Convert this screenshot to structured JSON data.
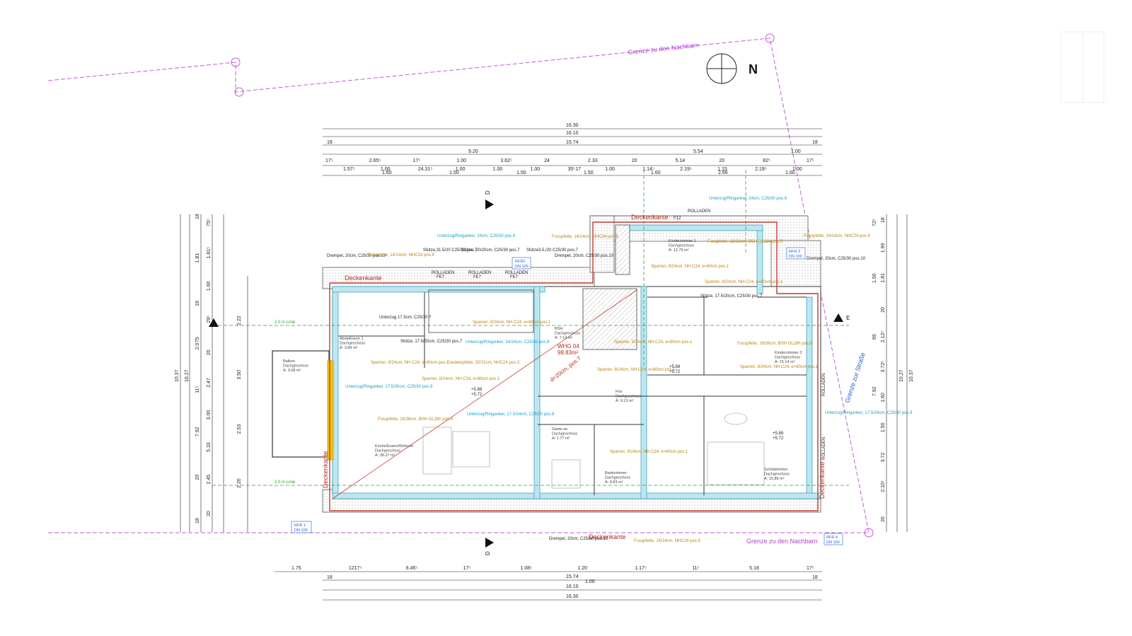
{
  "labels": {
    "boundary_top": "Grenze zu den Nachbarn",
    "boundary_bottom": "Grenze zu den Nachbarn",
    "boundary_right": "Grenze zur Straße",
    "north": "N",
    "east": "E",
    "section_d": "D",
    "deckenkante": "Deckenkante",
    "line_2m": "2.0 m Linie",
    "whg": "WHG 04",
    "whg_area": "98.83m²",
    "rfr1": "RFR 1",
    "rfr2": "RFR2",
    "rfr3": "RFR 3",
    "rfr4": "RFR 4",
    "dn100": "DN 100",
    "rolladen": "ROLLADEN",
    "fe7": "FE7",
    "f12": "F12",
    "stair": "d=20cm, pos.?"
  },
  "dims_top": {
    "row1": "16.30",
    "row2": "16.10",
    "row3_a": "18",
    "row3_b": "15.74",
    "row3_c": "18",
    "row4_a": "9.20",
    "row4_b": "5.54",
    "row4_c": "1.00",
    "row5": [
      "17⁵",
      "2.65⁵",
      "17⁵",
      "1.00",
      "3.62⁵",
      "24",
      "2.33",
      "20",
      "5.14",
      "20",
      "82⁵",
      "17⁵"
    ],
    "row6": [
      "1.57⁵",
      "1.00",
      "24.31⁵",
      "1.00",
      "1.00",
      "1.00",
      "35⁵17",
      "1.00",
      "1.14⁵",
      "2.19⁵",
      "1.15",
      "2.19⁵",
      "1.00"
    ],
    "row7": [
      "1.60",
      "1.50",
      "1.50",
      "1.50",
      "1.60",
      "2.66",
      "1.60"
    ]
  },
  "dims_bottom": {
    "row1": [
      "1.75",
      "1217⁵",
      "6.45⁵",
      "17⁵",
      "1.08⁵",
      "1.20",
      "1.17⁵",
      "11⁵",
      "5.18",
      "17⁵"
    ],
    "row2_a": "18",
    "row2_b": "15.74",
    "row2_c": "18",
    "row2_sub": "1.00",
    "row3": "16.10",
    "row4": "16.30"
  },
  "dims_left": {
    "outer": "10.37",
    "outer2": "10.27",
    "segments": [
      "18",
      "1.81",
      "18",
      "2.075",
      "11⁵",
      "7.92",
      "20",
      "18"
    ],
    "inner": [
      "75⁵",
      "1.81⁵",
      "1.60",
      "29⁵",
      "20",
      "2.47",
      "3.00",
      "5.33",
      "2.45",
      "20"
    ],
    "inner2": [
      "2.22",
      "3.50",
      "2.53",
      "2.20"
    ]
  },
  "dims_right": {
    "outer": "10.37",
    "outer2": "10.27",
    "segments": [
      "18",
      "1.99",
      "1.81",
      "20",
      "2.12⁵",
      "3.72⁵",
      "1.60",
      "1.50",
      "3.72",
      "2.10⁵",
      "20"
    ],
    "inner": [
      "72⁵",
      "1.50",
      "69",
      "7.92"
    ]
  },
  "rooms": [
    {
      "name": "Kinderzimmer 1",
      "sub": "Dachgeschoss",
      "area": "A: 12.79 m²"
    },
    {
      "name": "Kinderzimmer 2",
      "sub": "Dachgeschoss",
      "area": "A: 15.14 m²"
    },
    {
      "name": "Abstellraum 1",
      "sub": "Dachgeschoss",
      "area": "A: 3.84 m²"
    },
    {
      "name": "Balkon",
      "sub": "Dachgeschoss",
      "area": "A: 3.08 m²"
    },
    {
      "name": "Küche/Essen/Wohnen",
      "sub": "Dachgeschoss",
      "area": "A: 38.27 m²"
    },
    {
      "name": "Flur",
      "sub": "Dachgeschoss",
      "area": "A: 9.13 m²"
    },
    {
      "name": "Gäste wc",
      "sub": "Dachgeschoss",
      "area": "A: 1.77 m²"
    },
    {
      "name": "Badezimmer",
      "sub": "Dachgeschoss",
      "area": "A: 8.83 m²"
    },
    {
      "name": "Schlafzimmer",
      "sub": "Dachgeschoss",
      "area": "A: 15.89 m²"
    },
    {
      "name": "BSH",
      "sub": "Dachgeschoss",
      "area": "A: 7.14 m²"
    }
  ],
  "notes": {
    "drempel_left": "Drempel, 20cm, C25/30 pos.10",
    "fusspfette_left": "Fusspfette, 14/14cm, NHC24 pos.9",
    "unterzug_top": "Unterzug/Ringanker, 24cm, C25/30 pos.8",
    "stuetze1": "Stütze,31.5/20 C25/30 pos.7",
    "stuetze2": "Stütze, 20/20cm, C25/30 pos.7",
    "stuetze3": "Stütze3.5,/20 C25/30 pos.7",
    "drempel_mid": "Drempel, 20cm, C25/30 pos.10",
    "fusspfette_mid": "Fusspfette, 14/14cm, NHC24 pos.9",
    "unterzug_right": "Unterzug/Ringanker, 24cm, C25/30 pos.8",
    "fusspfette_right": "Fusspfette, 14/14cm, NHC24 pos.9",
    "drempel_right": "Drempel, 20cm, C25/30 pos.10",
    "fusspfette_k1": "Fusspfette, 18/18cm, BSH GL28h pos.5",
    "sparren1": "Sparren, 8/24cm, NH C24, e=80cm pos.1",
    "sparren2": "Sparren, 8/24cm, NH C24, e=80cm pos.1",
    "gaubenpfette": "Gaubenpfette, 20/22cm, NHC24 pos.3",
    "unterzug_mid": "Unterzug/Ringanker, 24/24cm, C25/30 pos.8",
    "unterzug_175": "Unterzug 17.5cm, C25/30 ?",
    "stuetze_175": "Stütze, 17.5/20cm, C25/30 pos.7",
    "unterzug_left": "Unterzug/Ringanker, 17.5/30cm, C25/30 pos.8",
    "fusspfette_24": "Fusspfette, 24/38cm, BSH GL28h pos.4",
    "unterzug_bottom": "Unterzug/Ringanker, 17.5/24cm, C25/30 pos.8",
    "fusspfette_k2": "Fusspfette, 18/28cm, BSH GL28h pos.6",
    "unterzug_far_right": "Unterzug/Ringanker, 17.5/24cm, C25/30 pos.8",
    "drempel_bottom": "Drempel, 20cm, C25/30 pos.10",
    "fusspfette_bottom": "Fusspfette, 14/14cm, NHC24 pos.9",
    "stuetze_175b": "Stütze, 17.5/20cm, C25/30 pos.7"
  },
  "levels": {
    "a": "+5.88",
    "b": "+5.72"
  }
}
